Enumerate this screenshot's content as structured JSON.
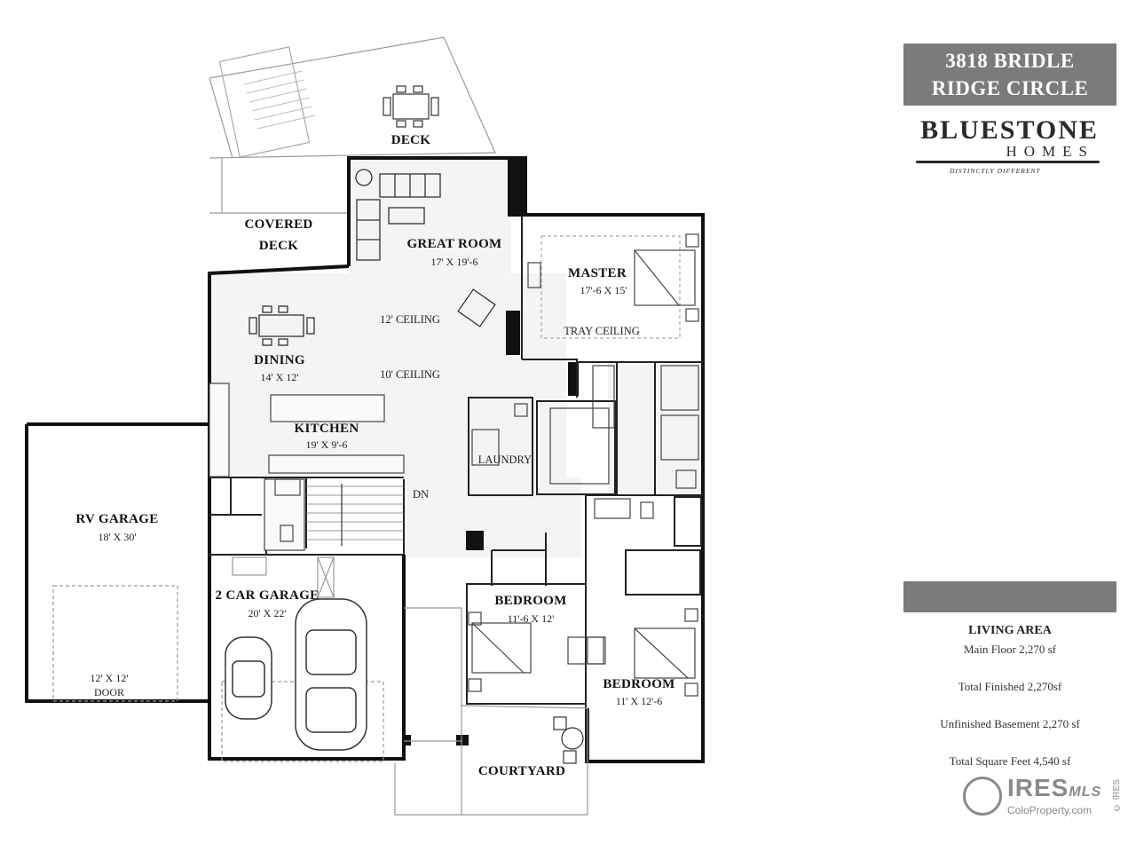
{
  "title": {
    "line1": "3818 BRIDLE",
    "line2": "RIDGE CIRCLE"
  },
  "brand": {
    "name": "BLUESTONE",
    "sub": "HOMES",
    "tagline": "DISTINCTLY DIFFERENT"
  },
  "living_area": {
    "heading": "LIVING AREA",
    "main_floor": "Main Floor 2,270 sf",
    "total_finished": "Total Finished 2,270sf",
    "unfinished_basement": "Unfinished Basement 2,270 sf",
    "total_square_feet": "Total Square Feet 4,540 sf"
  },
  "watermark": {
    "text": "IRES",
    "mls": "MLS",
    "url": "ColoProperty.com",
    "side": "© IRES"
  },
  "rooms": {
    "deck": "DECK",
    "covered_deck_1": "COVERED",
    "covered_deck_2": "DECK",
    "great_room": "GREAT ROOM",
    "great_room_dim": "17' X 19'-6",
    "great_room_ceiling": "12' CEILING",
    "master": "MASTER",
    "master_dim": "17'-6 X 15'",
    "master_ceiling": "TRAY CEILING",
    "dining": "DINING",
    "dining_dim": "14' X 12'",
    "kitchen_ceiling": "10' CEILING",
    "kitchen": "KITCHEN",
    "kitchen_dim": "19' X 9'-6",
    "laundry": "LAUNDRY",
    "stairs_dn": "DN",
    "rv_garage": "RV GARAGE",
    "rv_garage_dim": "18' X 30'",
    "rv_door_1": "12' X 12'",
    "rv_door_2": "DOOR",
    "two_car_garage": "2 CAR GARAGE",
    "two_car_garage_dim": "20' X 22'",
    "bedroom_1": "BEDROOM",
    "bedroom_1_dim": "11'-6 X 12'",
    "bedroom_2": "BEDROOM",
    "bedroom_2_dim": "11' X 12'-6",
    "courtyard": "COURTYARD"
  }
}
